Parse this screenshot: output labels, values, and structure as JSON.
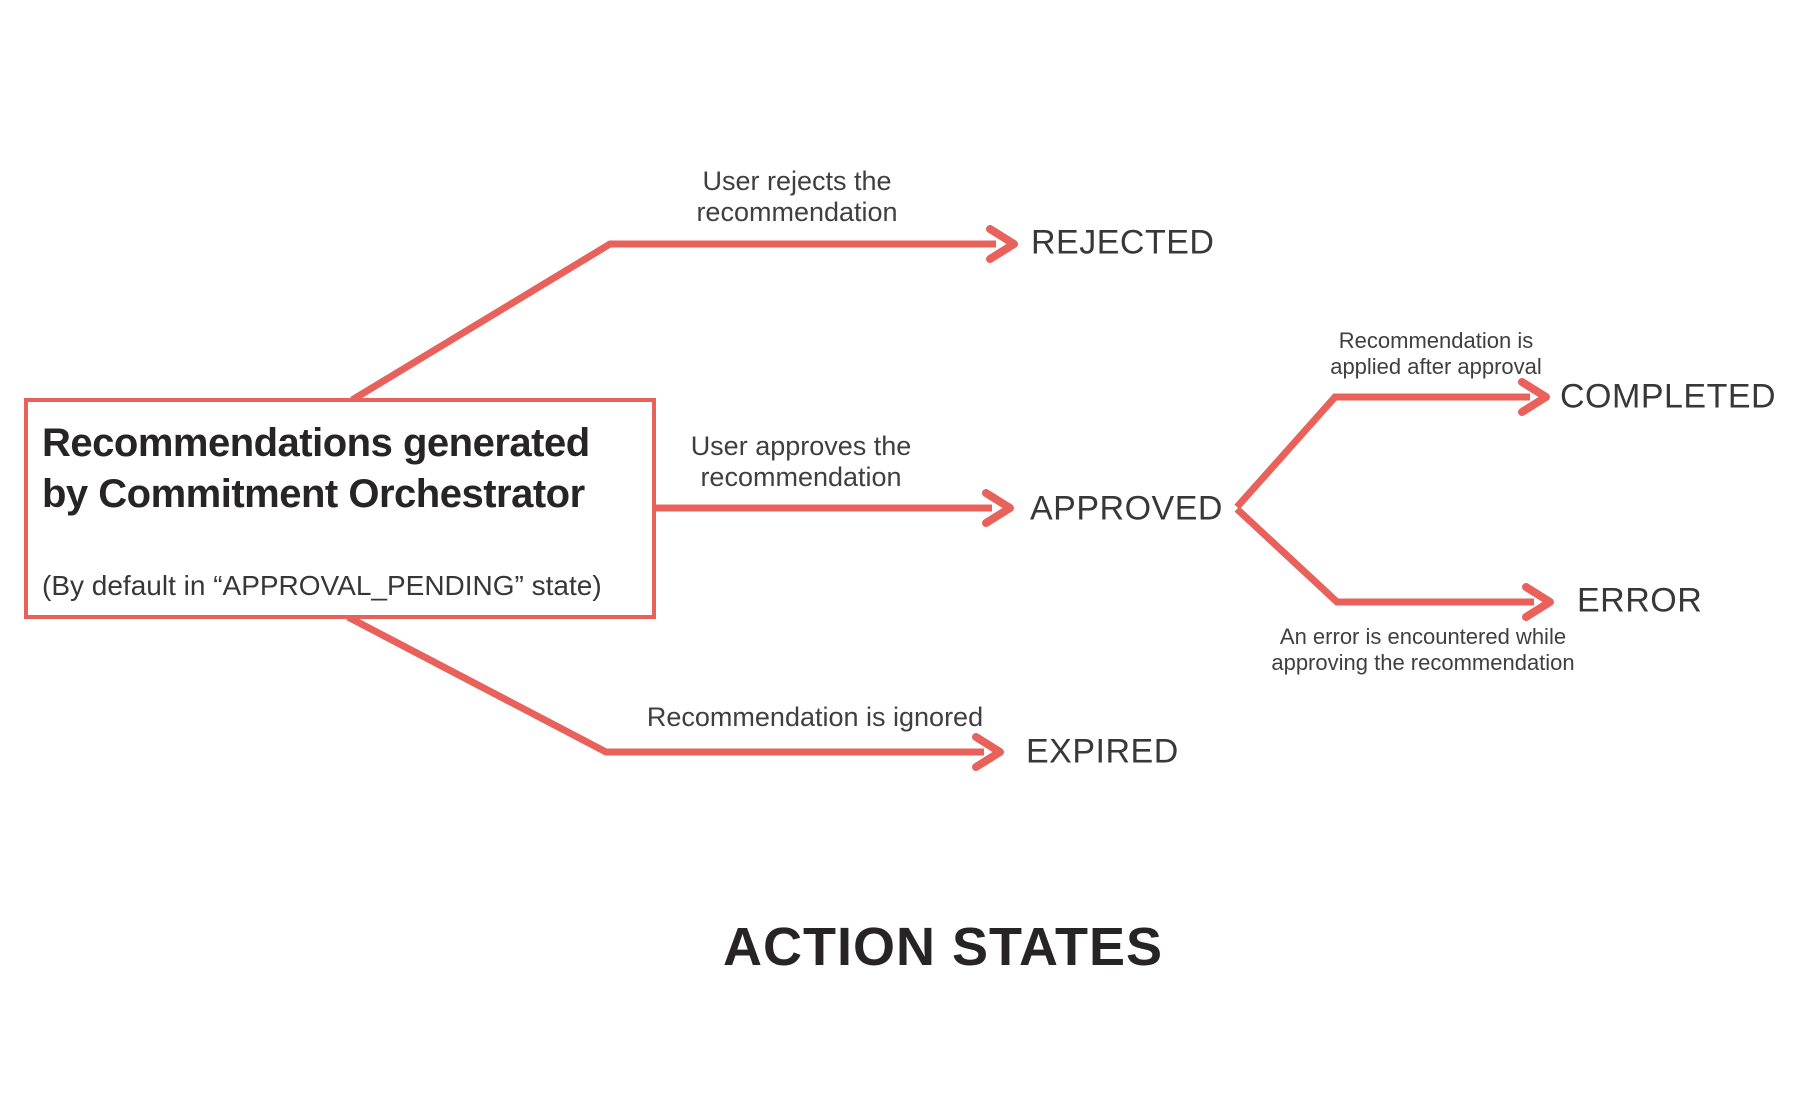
{
  "diagram_title": "ACTION STATES",
  "colors": {
    "accent": "#E9615B",
    "heading_text": "#262424",
    "state_text": "#383838",
    "caption_text": "#3F3F3F"
  },
  "source_box": {
    "title_lines": [
      "Recommendations generated",
      "by Commitment Orchestrator"
    ],
    "subtitle": "(By default in “APPROVAL_PENDING” state)"
  },
  "states": {
    "rejected": "REJECTED",
    "approved": "APPROVED",
    "completed": "COMPLETED",
    "error": "ERROR",
    "expired": "EXPIRED"
  },
  "transitions": {
    "reject": {
      "lines": [
        "User rejects the",
        "recommendation"
      ],
      "to": "REJECTED"
    },
    "approve": {
      "lines": [
        "User approves the",
        "recommendation"
      ],
      "to": "APPROVED"
    },
    "ignore": {
      "lines": [
        "Recommendation is ignored"
      ],
      "to": "EXPIRED"
    },
    "complete": {
      "lines": [
        "Recommendation is",
        "applied after approval"
      ],
      "to": "COMPLETED"
    },
    "error": {
      "lines": [
        "An error is encountered while",
        "approving the recommendation"
      ],
      "to": "ERROR"
    }
  }
}
